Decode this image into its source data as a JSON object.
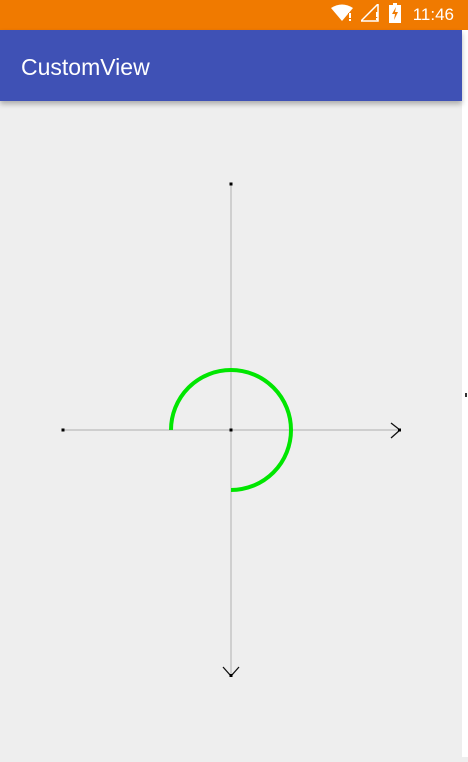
{
  "status_bar": {
    "time": "11:46",
    "background": "#f07a00",
    "icons": [
      "wifi-icon",
      "signal-icon",
      "battery-charging-icon"
    ]
  },
  "app_bar": {
    "title": "CustomView",
    "background": "#3f51b5"
  },
  "canvas": {
    "background": "#eeeeee",
    "axis_color": "#bbbbbb",
    "arc_color": "#00e600",
    "arc_sweep_degrees": 270
  }
}
